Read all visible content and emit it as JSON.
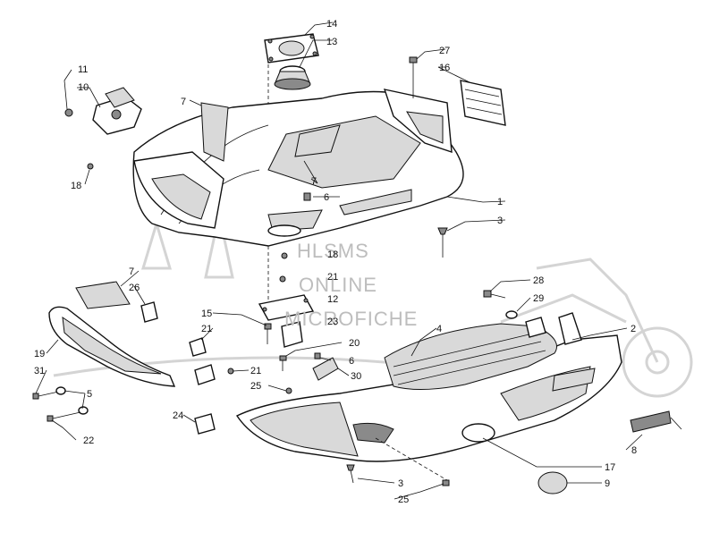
{
  "watermark": {
    "lines": [
      "HLSMS",
      "ONLINE",
      "MICROFICHE"
    ]
  },
  "callouts": [
    {
      "id": "c14",
      "text": "14"
    },
    {
      "id": "c13",
      "text": "13"
    },
    {
      "id": "c27",
      "text": "27"
    },
    {
      "id": "c16",
      "text": "16"
    },
    {
      "id": "c11",
      "text": "11"
    },
    {
      "id": "c10",
      "text": "10"
    },
    {
      "id": "c7a",
      "text": "7"
    },
    {
      "id": "c18a",
      "text": "18"
    },
    {
      "id": "c7b",
      "text": "7"
    },
    {
      "id": "c6a",
      "text": "6"
    },
    {
      "id": "c1",
      "text": "1"
    },
    {
      "id": "c3a",
      "text": "3"
    },
    {
      "id": "c18b",
      "text": "18"
    },
    {
      "id": "c21a",
      "text": "21"
    },
    {
      "id": "c12",
      "text": "12"
    },
    {
      "id": "c23",
      "text": "23"
    },
    {
      "id": "c7c",
      "text": "7"
    },
    {
      "id": "c26",
      "text": "26"
    },
    {
      "id": "c15",
      "text": "15"
    },
    {
      "id": "c21b",
      "text": "21"
    },
    {
      "id": "c19",
      "text": "19"
    },
    {
      "id": "c20",
      "text": "20"
    },
    {
      "id": "c6b",
      "text": "6"
    },
    {
      "id": "c31",
      "text": "31"
    },
    {
      "id": "c5",
      "text": "5"
    },
    {
      "id": "c21c",
      "text": "21"
    },
    {
      "id": "c25a",
      "text": "25"
    },
    {
      "id": "c30",
      "text": "30"
    },
    {
      "id": "c22",
      "text": "22"
    },
    {
      "id": "c24",
      "text": "24"
    },
    {
      "id": "c28",
      "text": "28"
    },
    {
      "id": "c29",
      "text": "29"
    },
    {
      "id": "c4",
      "text": "4"
    },
    {
      "id": "c2",
      "text": "2"
    },
    {
      "id": "c8",
      "text": "8"
    },
    {
      "id": "c17",
      "text": "17"
    },
    {
      "id": "c9",
      "text": "9"
    },
    {
      "id": "c3b",
      "text": "3"
    },
    {
      "id": "c25b",
      "text": "25"
    }
  ]
}
